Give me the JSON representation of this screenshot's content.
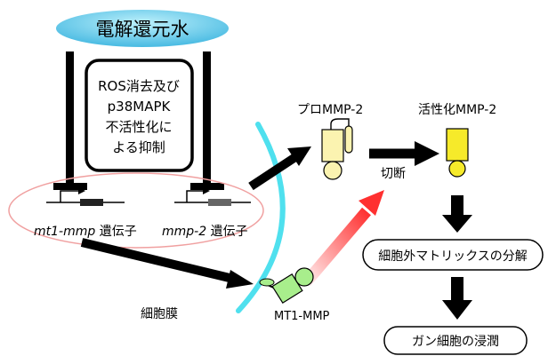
{
  "title": "電解還元水",
  "inhibition_box": {
    "lines": [
      "ROS消去及び",
      "p38MAPK",
      "不活性化に",
      "よる抑制"
    ]
  },
  "genes": {
    "mt1_italic": "mt1-mmp",
    "mt1_suffix": " 遺伝子",
    "mmp2_italic": "mmp-2",
    "mmp2_suffix": " 遺伝子"
  },
  "labels": {
    "pro_mmp2": "プロMMP-2",
    "active_mmp2": "活性化MMP-2",
    "cleavage": "切断",
    "membrane": "細胞膜",
    "mt1_mmp": "MT1-MMP"
  },
  "outcomes": {
    "ecm_degradation": "細胞外マトリックスの分解",
    "invasion": "ガン細胞の浸潤"
  },
  "colors": {
    "title_fill": "#6fd0ea",
    "membrane": "#4fe0ee",
    "pro_mmp2_fill": "#fbf3b0",
    "active_mmp2_fill": "#f6ea2a",
    "mt1_mmp_fill": "#a8ee8c",
    "gene_ellipse_stroke": "#f0a0a0",
    "red_arrow": "#ff3030"
  }
}
